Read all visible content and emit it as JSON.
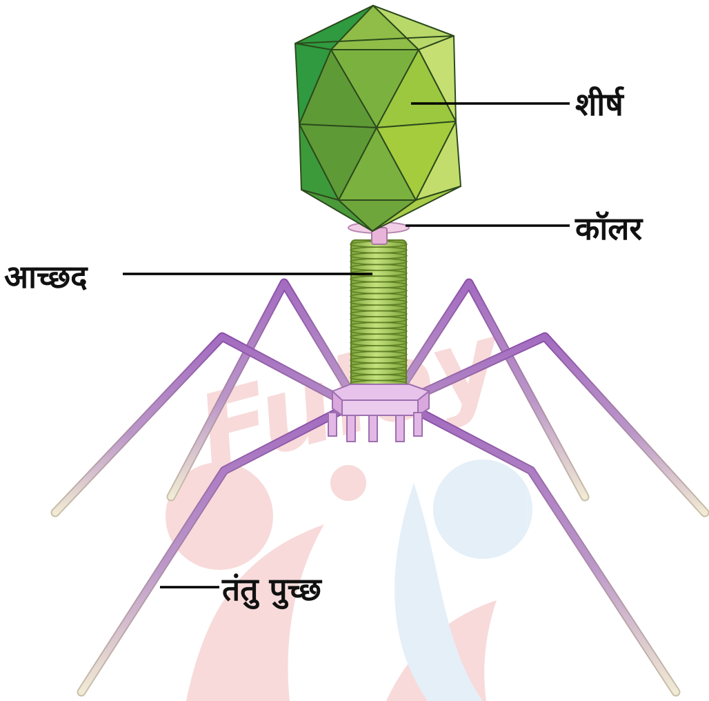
{
  "labels": {
    "head": "शीर्ष",
    "collar": "कॉलर",
    "sheath": "आच्छद",
    "tail_fibres": "तंतु पुच्छ"
  },
  "watermark": {
    "text": "Fuley"
  },
  "colors": {
    "head_light": "#c4e07a",
    "head_mid": "#8fc84a",
    "head_dark": "#3c9a3c",
    "sheath": "#a9cc63",
    "fibre": "#a378b8",
    "fibre_tip": "#efe8d0",
    "baseplate": "#dfb4e2",
    "watermark_red": "#f3bcbc",
    "watermark_blue": "#cfe3f3"
  }
}
